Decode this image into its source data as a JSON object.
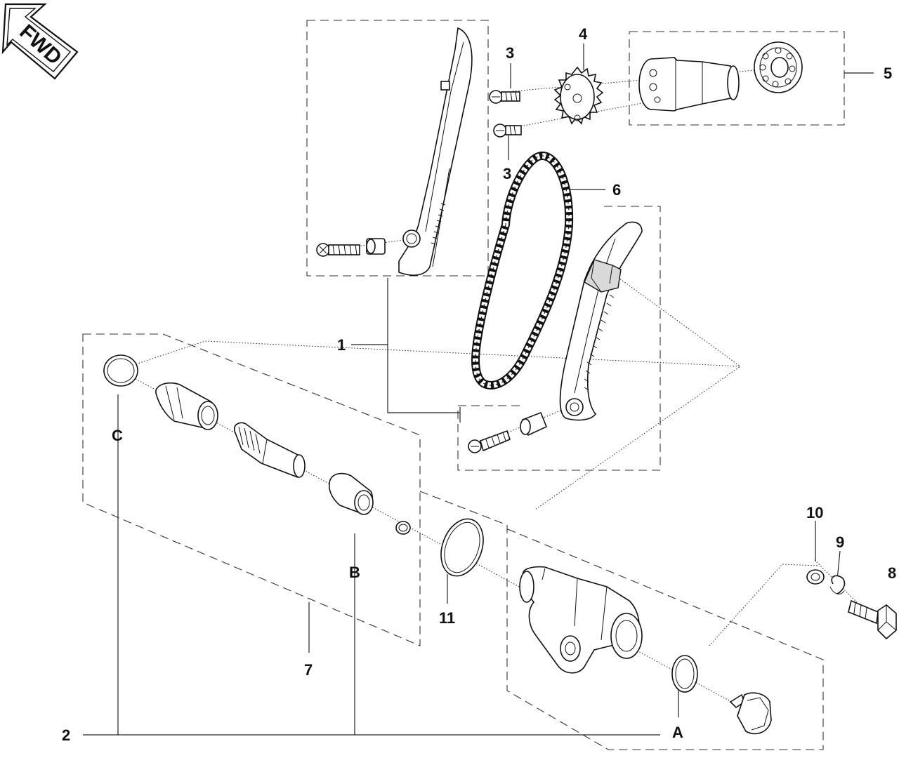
{
  "badge": {
    "text": "FWD"
  },
  "callouts": {
    "c1": "1",
    "c2": "2",
    "c3a": "3",
    "c3b": "3",
    "c4": "4",
    "c5": "5",
    "c6": "6",
    "c7": "7",
    "c8": "8",
    "c9": "9",
    "c10": "10",
    "c11": "11",
    "cA": "A",
    "cB": "B",
    "cC": "C"
  }
}
